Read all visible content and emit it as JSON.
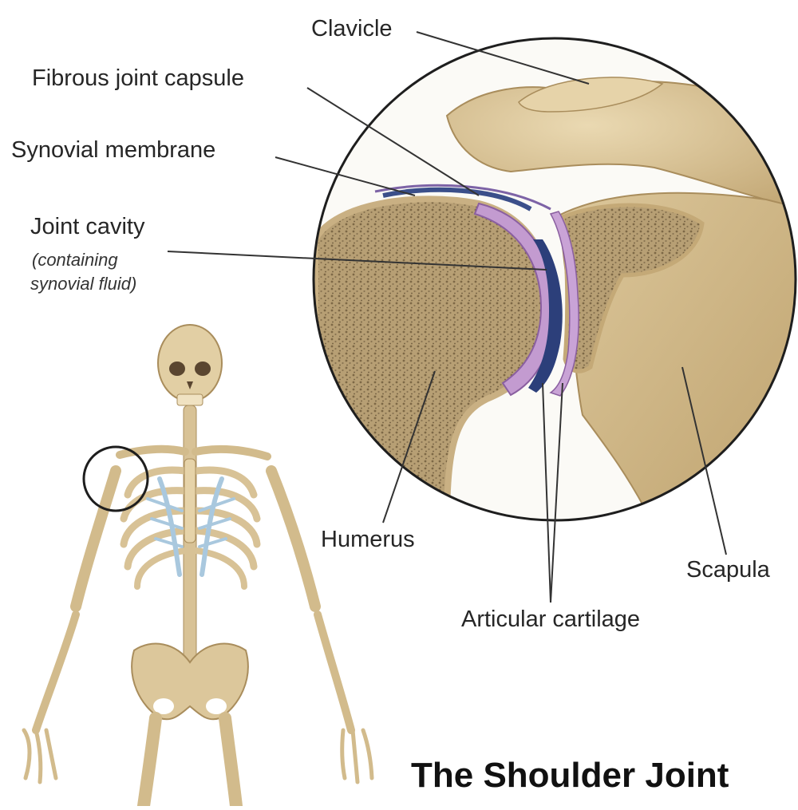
{
  "title": "The Shoulder Joint",
  "labels": {
    "clavicle": "Clavicle",
    "fibrous_joint_capsule": "Fibrous joint capsule",
    "synovial_membrane": "Synovial membrane",
    "joint_cavity": "Joint cavity",
    "joint_cavity_note_1": "(containing",
    "joint_cavity_note_2": "synovial fluid)",
    "humerus": "Humerus",
    "scapula": "Scapula",
    "articular_cartilage": "Articular cartilage"
  },
  "colors": {
    "bone": "#d9c49a",
    "bone_dark": "#b89d6a",
    "spongy_bone": "#a08a63",
    "cartilage_purple": "#b990c8",
    "synovial_blue": "#3b4f8a",
    "rib_blue": "#a9c8de",
    "outline": "#333333"
  }
}
